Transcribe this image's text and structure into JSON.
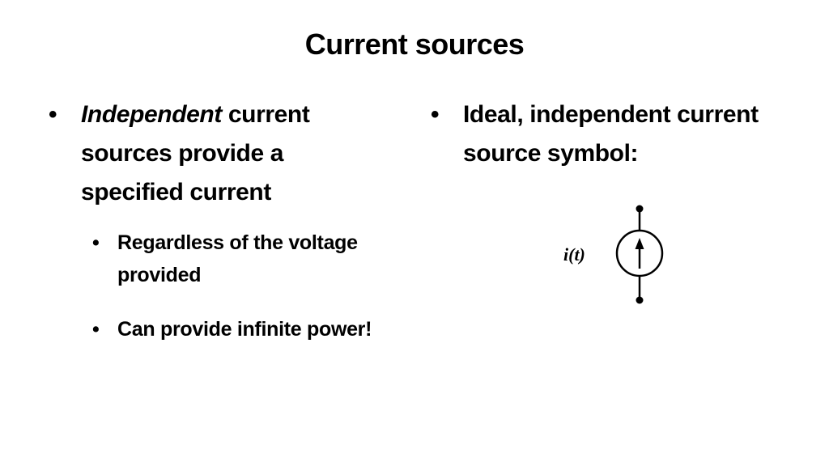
{
  "slide": {
    "title": "Current sources",
    "bullet_char": "•",
    "left_column": {
      "main_bullet": {
        "emphasis": "Independent",
        "text": " current sources provide a specified current"
      },
      "sub_bullets": [
        "Regardless of the voltage provided",
        "Can provide infinite power!"
      ]
    },
    "right_column": {
      "main_bullet": "Ideal, independent current source symbol:",
      "symbol": {
        "label": "i(t)",
        "icon": "current-source-symbol-icon"
      }
    }
  }
}
